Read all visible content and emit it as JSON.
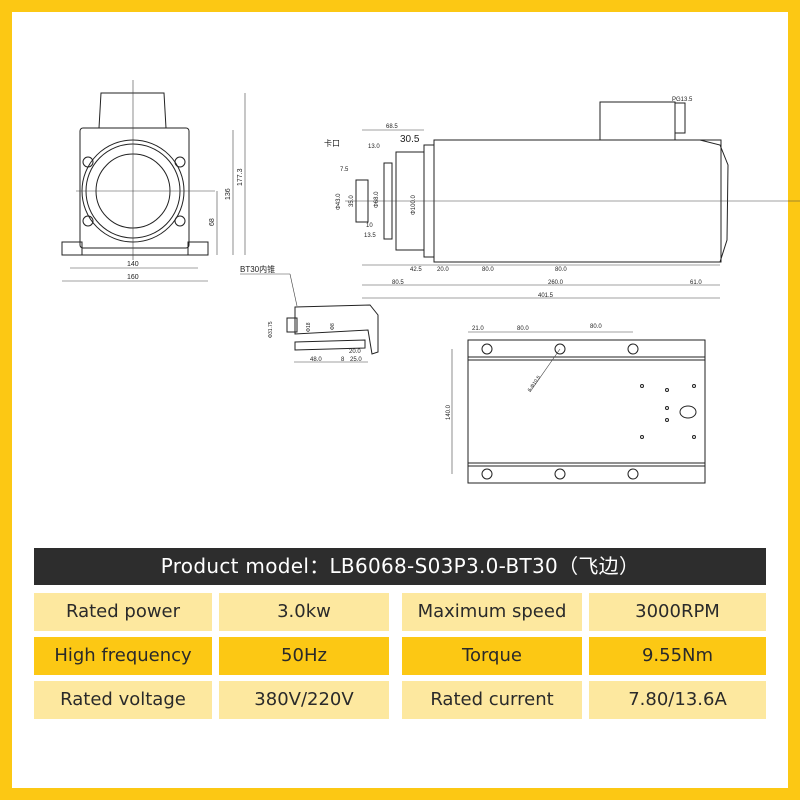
{
  "drawing": {
    "front_view": {
      "dims": [
        "140",
        "160",
        "68",
        "136",
        "177.3"
      ]
    },
    "side_view": {
      "callout_notch": "卡口",
      "connector": "PG13.5",
      "dims": [
        "68.5",
        "30.5",
        "13.0",
        "7.5",
        "Φ43.0",
        "35.0",
        "Φ68.0",
        "Φ100.0",
        "10",
        "13.5",
        "42.5",
        "20.0",
        "80.0",
        "80.0",
        "80.5",
        "260.0",
        "61.0",
        "401.5"
      ]
    },
    "taper_view": {
      "callout": "BT30内锥",
      "dims": [
        "Φ31.75",
        "Φ18",
        "Φ8",
        "48.0",
        "8",
        "20.0",
        "25.0"
      ]
    },
    "base_view": {
      "dims": [
        "21.0",
        "80.0",
        "80.0",
        "140.0",
        "6-Φ10.5"
      ]
    }
  },
  "specs": {
    "title": "Product model：LB6068-S03P3.0-BT30（飞边）",
    "rows": [
      {
        "label1": "Rated power",
        "value1": "3.0kw",
        "label2": "Maximum speed",
        "value2": "3000RPM"
      },
      {
        "label1": "High frequency",
        "value1": "50Hz",
        "label2": "Torque",
        "value2": "9.55Nm"
      },
      {
        "label1": "Rated voltage",
        "value1": "380V/220V",
        "label2": "Rated current",
        "value2": "7.80/13.6A"
      }
    ]
  },
  "colors": {
    "frame": "#fcc814",
    "title_bg": "#2d2d2d",
    "row_light": "#fde89f",
    "row_bright": "#fcc814"
  }
}
